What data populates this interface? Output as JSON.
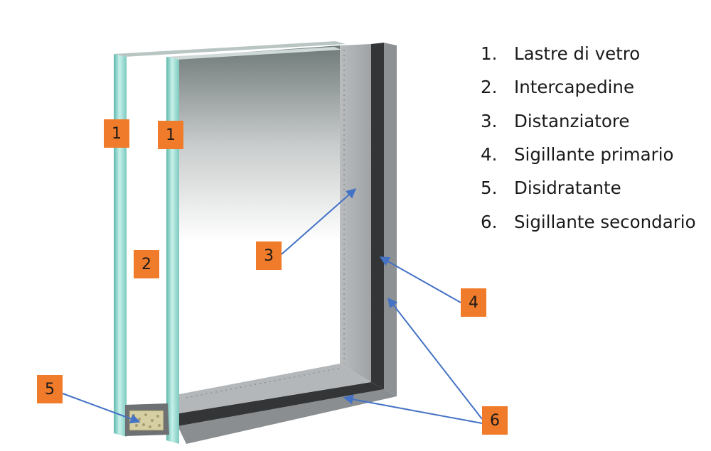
{
  "legend": [
    {
      "num": "1.",
      "text": "Lastre di vetro"
    },
    {
      "num": "2.",
      "text": "Intercapedine"
    },
    {
      "num": "3.",
      "text": "Distanziatore"
    },
    {
      "num": "4.",
      "text": "Sigillante primario"
    },
    {
      "num": "5.",
      "text": "Disidratante"
    },
    {
      "num": "6.",
      "text": "Sigillante secondario"
    }
  ],
  "tags": {
    "glass_outer": "1",
    "glass_inner": "1",
    "cavity": "2",
    "spacer": "3",
    "primary_sealant": "4",
    "desiccant": "5",
    "secondary_sealant": "6"
  },
  "colors": {
    "tag": "#f07b2a",
    "arrow": "#4472c4",
    "glass_edge": "#8fd3c8",
    "sealant": "#3a3a3a",
    "spacer": "#a9acae"
  }
}
